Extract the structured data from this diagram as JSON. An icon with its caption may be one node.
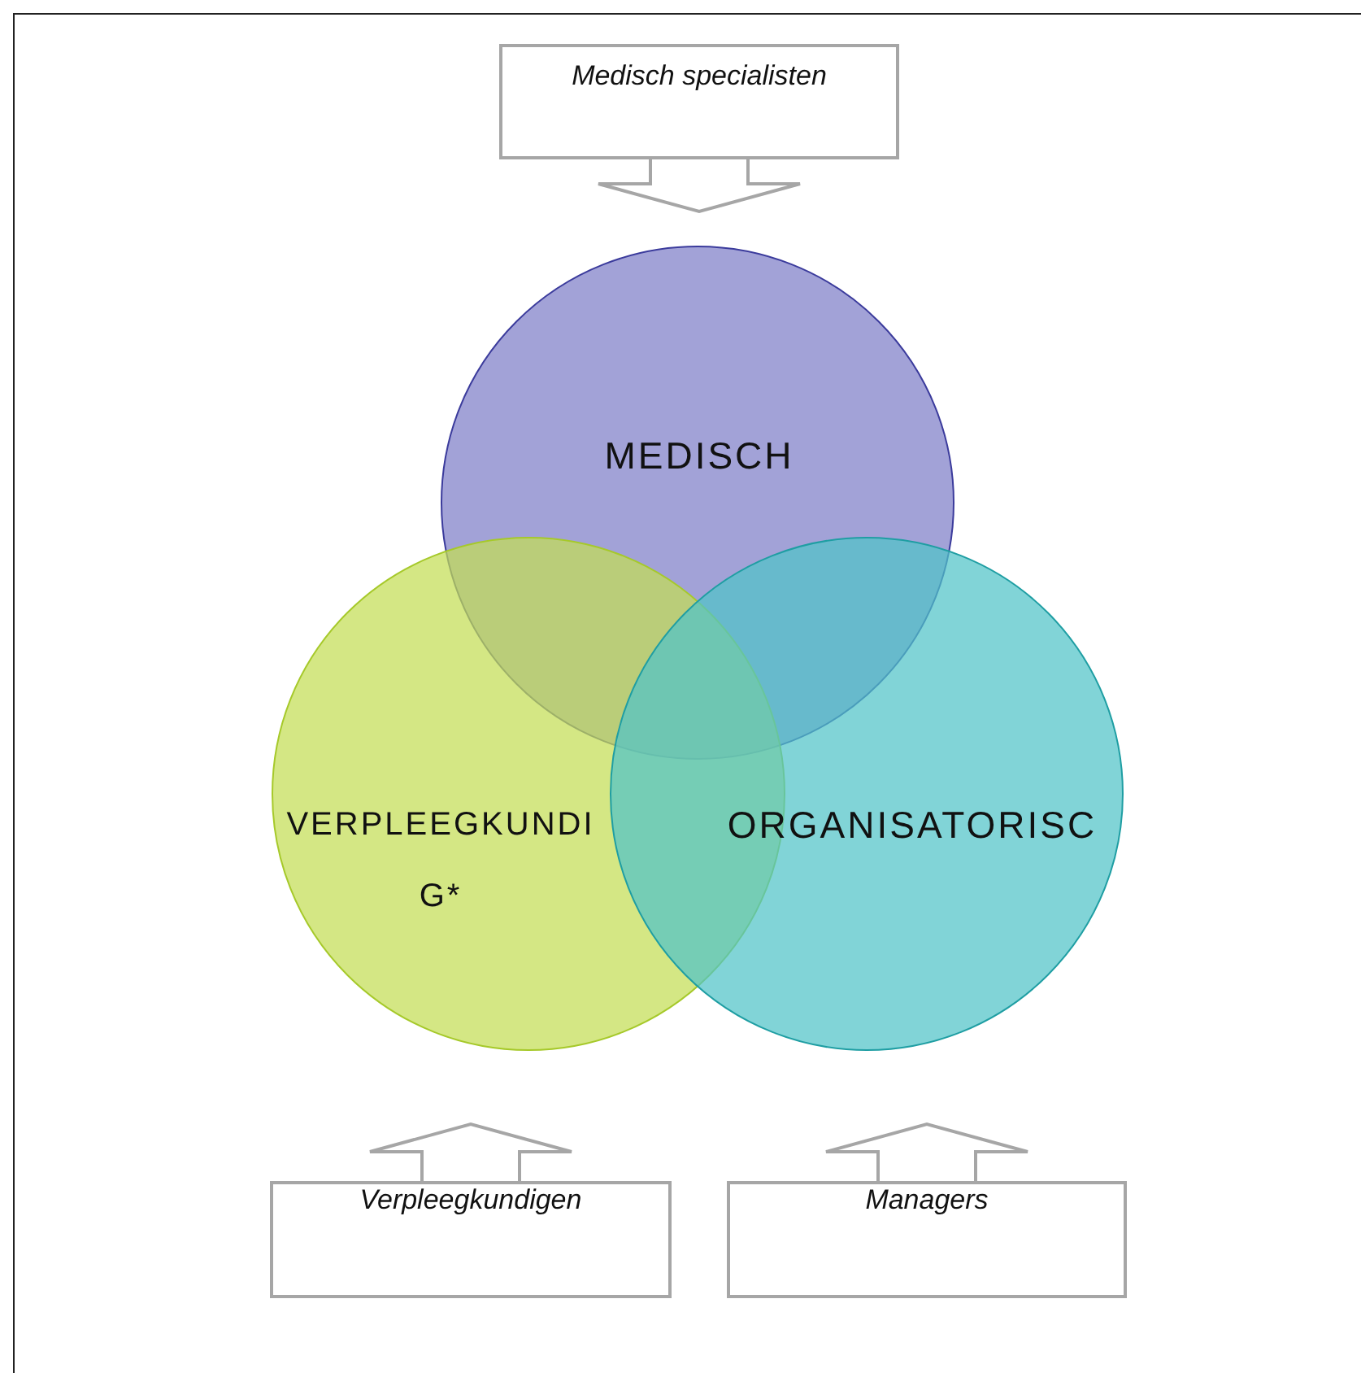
{
  "diagram": {
    "nodes": [
      {
        "text": [
          "Medisch specialisten"
        ]
      },
      {
        "text": [
          "MEDISCH"
        ]
      },
      {
        "text": [
          "VERPLEEGKUNDIG*"
        ]
      },
      {
        "text": [
          "ORGANISATORISC"
        ]
      },
      {
        "text": [
          "Verpleegkundigen"
        ]
      },
      {
        "text": [
          "Managers"
        ]
      }
    ],
    "edges": [
      {
        "from": 0,
        "to": 1,
        "arrow": "to"
      },
      {
        "from": 4,
        "to": 2,
        "arrow": "to"
      },
      {
        "from": 5,
        "to": 3,
        "arrow": "to"
      }
    ]
  }
}
